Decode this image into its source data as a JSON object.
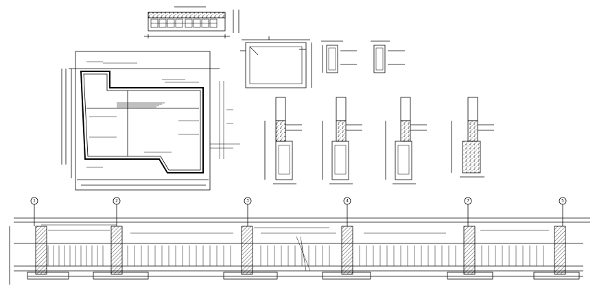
{
  "drawing": {
    "background_color": "#ffffff",
    "line_color": "#000000",
    "grid_axes": [
      "1",
      "2",
      "3",
      "4",
      "7",
      "5"
    ]
  }
}
